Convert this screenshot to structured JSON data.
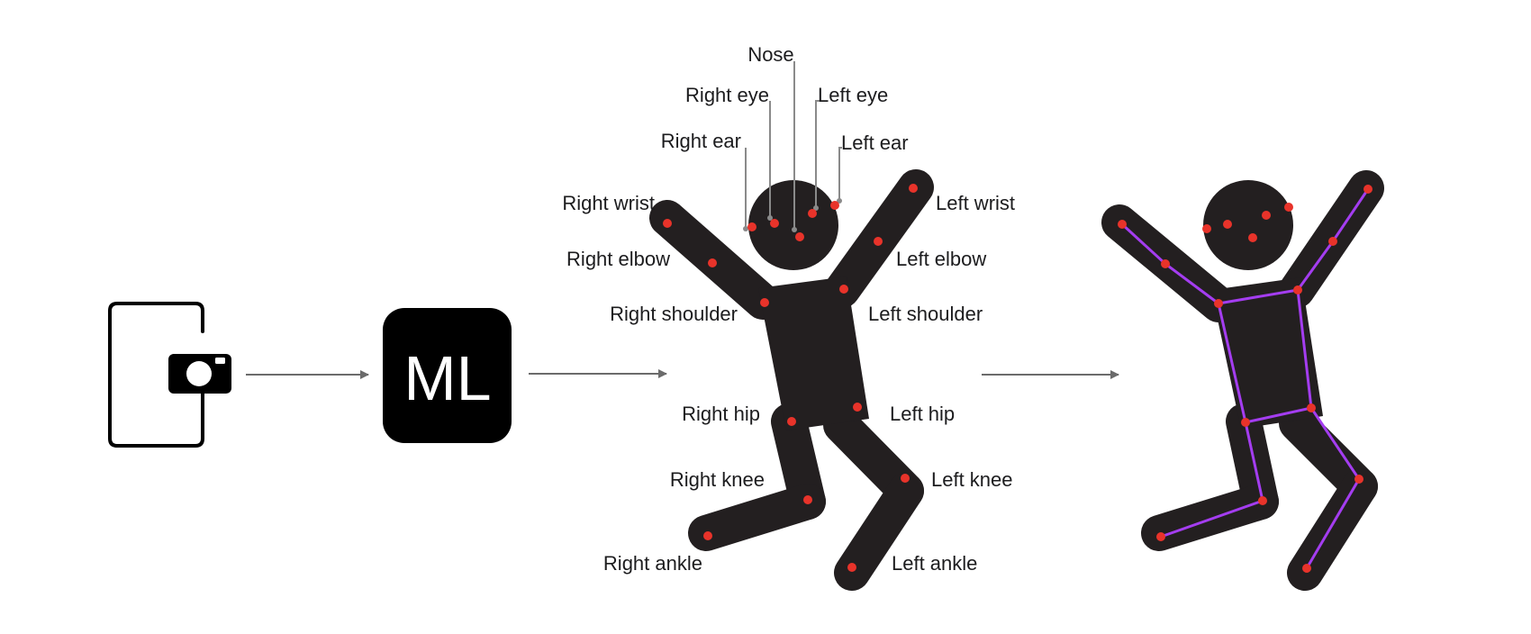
{
  "ml_box": {
    "label": "ML"
  },
  "keypoints": {
    "nose": "Nose",
    "right_eye": "Right eye",
    "left_eye": "Left eye",
    "right_ear": "Right ear",
    "left_ear": "Left ear",
    "right_wrist": "Right wrist",
    "left_wrist": "Left wrist",
    "right_elbow": "Right elbow",
    "left_elbow": "Left elbow",
    "right_shoulder": "Right shoulder",
    "left_shoulder": "Left shoulder",
    "right_hip": "Right hip",
    "left_hip": "Left hip",
    "right_knee": "Right knee",
    "left_knee": "Left knee",
    "right_ankle": "Right ankle",
    "left_ankle": "Left ankle"
  },
  "colors": {
    "figure": "#231f20",
    "keypoint": "#e8332a",
    "skeleton": "#a43df0",
    "arrow": "#6b6b6b",
    "leader": "#8a8a8a"
  }
}
